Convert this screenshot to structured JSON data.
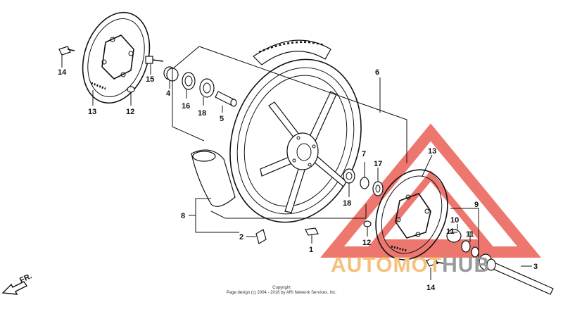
{
  "diagram": {
    "part_labels": [
      {
        "id": "p1",
        "text": "1"
      },
      {
        "id": "p2",
        "text": "2"
      },
      {
        "id": "p3",
        "text": "3"
      },
      {
        "id": "p4",
        "text": "4"
      },
      {
        "id": "p5",
        "text": "5"
      },
      {
        "id": "p6",
        "text": "6"
      },
      {
        "id": "p7",
        "text": "7"
      },
      {
        "id": "p8",
        "text": "8"
      },
      {
        "id": "p9",
        "text": "9"
      },
      {
        "id": "p10",
        "text": "10"
      },
      {
        "id": "p11a",
        "text": "11"
      },
      {
        "id": "p11b",
        "text": "11"
      },
      {
        "id": "p12a",
        "text": "12"
      },
      {
        "id": "p12b",
        "text": "12"
      },
      {
        "id": "p13a",
        "text": "13"
      },
      {
        "id": "p13b",
        "text": "13"
      },
      {
        "id": "p14a",
        "text": "14"
      },
      {
        "id": "p14b",
        "text": "14"
      },
      {
        "id": "p15",
        "text": "15"
      },
      {
        "id": "p16",
        "text": "16"
      },
      {
        "id": "p17",
        "text": "17"
      },
      {
        "id": "p18a",
        "text": "18"
      },
      {
        "id": "p18b",
        "text": "18"
      }
    ],
    "direction_label": "FR.",
    "copyright_line1": "Copyright",
    "copyright_line2": "Page design (c) 2004 - 2016 by ARI Network Services, Inc."
  },
  "watermark": {
    "part1": "AUTOMOT",
    "part2": "HUB",
    "colors": {
      "triangle": "#e84a3e",
      "text1": "#f6c07a",
      "text2": "#9a9a9a"
    }
  }
}
